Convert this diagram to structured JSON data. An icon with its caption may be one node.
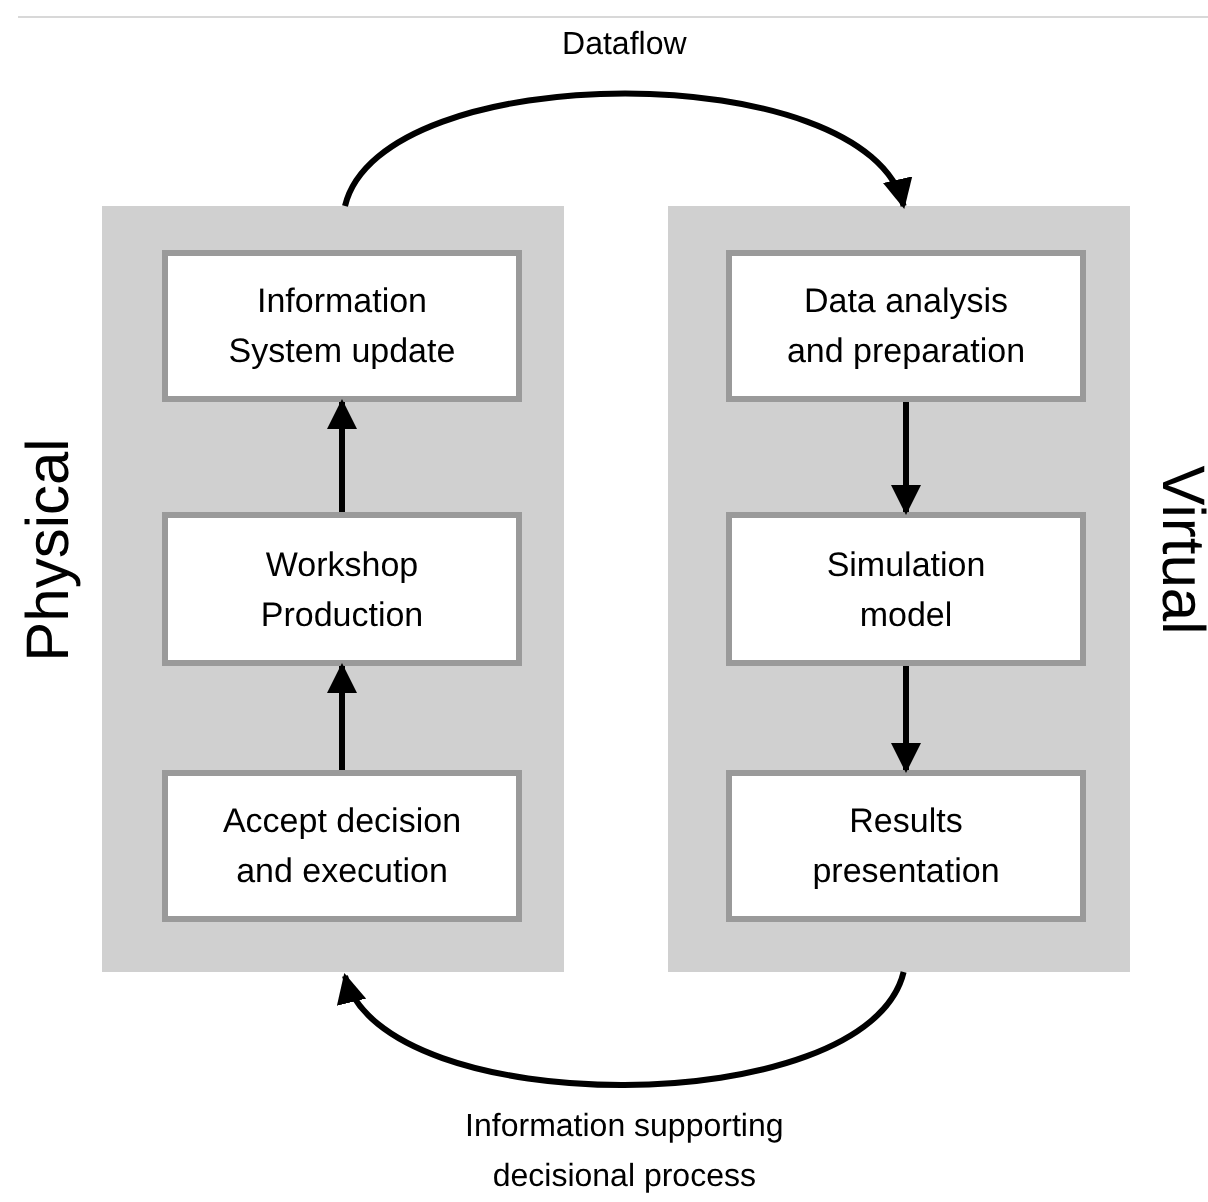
{
  "diagram": {
    "nodes": [
      {
        "text": [],
        "shape": "box",
        "beside": [
          "Physical"
        ]
      },
      {
        "text": [
          "Information System update"
        ],
        "in": 0
      },
      {
        "text": [
          "Workshop Production"
        ],
        "in": 0
      },
      {
        "text": [
          "Accept decision and execution"
        ],
        "in": 0
      },
      {
        "text": [],
        "shape": "box",
        "beside": [
          "Virtual"
        ]
      },
      {
        "text": [
          "Data analysis and preparation"
        ],
        "in": 4
      },
      {
        "text": [
          "Simulation model"
        ],
        "in": 4
      },
      {
        "text": [
          "Results presentation"
        ],
        "in": 4
      }
    ],
    "edges": [
      {
        "from": 0,
        "to": 4,
        "arrow": "to",
        "label": "Dataflow"
      },
      {
        "from": 3,
        "to": 2,
        "arrow": "to"
      },
      {
        "from": 2,
        "to": 1,
        "arrow": "to"
      },
      {
        "from": 5,
        "to": 6,
        "arrow": "to"
      },
      {
        "from": 6,
        "to": 7,
        "arrow": "to"
      },
      {
        "from": 4,
        "to": 0,
        "arrow": "to",
        "label": "Information supporting decisional process"
      }
    ]
  }
}
